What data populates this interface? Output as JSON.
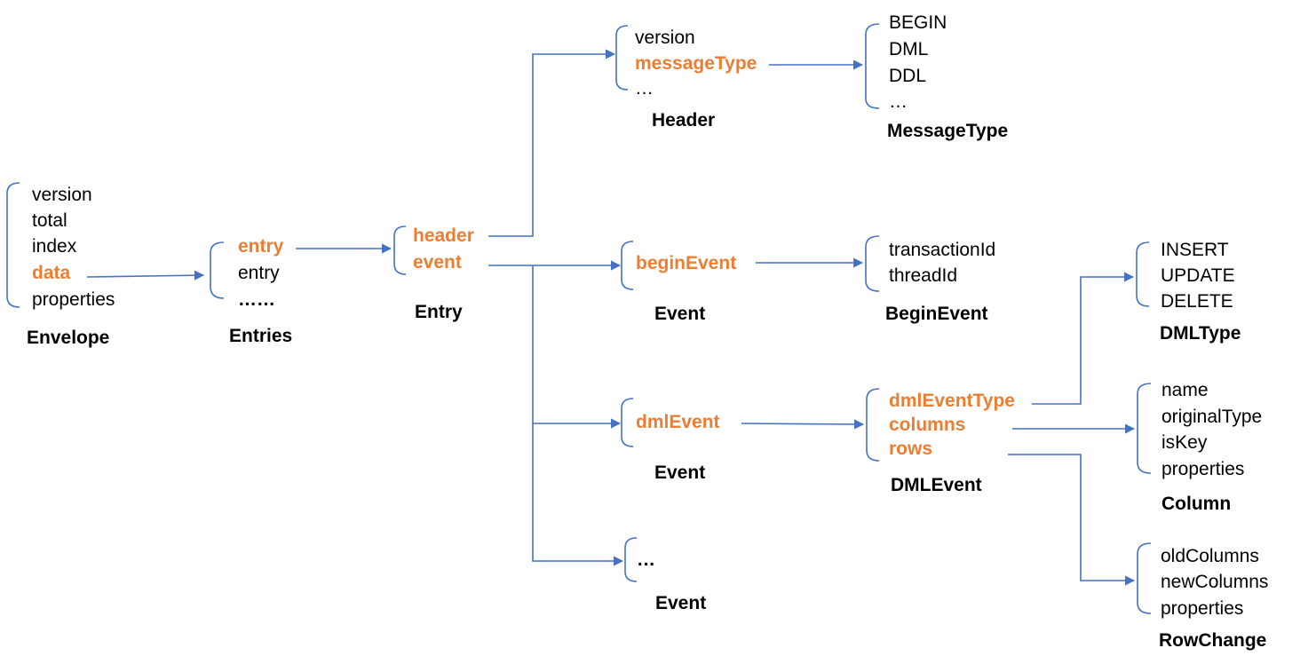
{
  "colors": {
    "line": "#4472C4",
    "highlight": "#ED7D31",
    "text": "#000000"
  },
  "envelope": {
    "title": "Envelope",
    "fields": [
      "version",
      "total",
      "index",
      "data",
      "properties"
    ]
  },
  "entries": {
    "title": "Entries",
    "fields": [
      "entry",
      "entry",
      "……"
    ]
  },
  "entry": {
    "title": "Entry",
    "fields": [
      "header",
      "event"
    ]
  },
  "header": {
    "title": "Header",
    "fields": [
      "version",
      "messageType",
      "…"
    ]
  },
  "message_type": {
    "title": "MessageType",
    "values": [
      "BEGIN",
      "DML",
      "DDL",
      "…"
    ]
  },
  "event_begin": {
    "title": "Event",
    "fields": [
      "beginEvent"
    ]
  },
  "begin_event": {
    "title": "BeginEvent",
    "fields": [
      "transactionId",
      "threadId"
    ]
  },
  "event_dml": {
    "title": "Event",
    "fields": [
      "dmlEvent"
    ]
  },
  "dml_event": {
    "title": "DMLEvent",
    "fields": [
      "dmlEventType",
      "columns",
      "rows"
    ]
  },
  "event_other": {
    "title": "Event",
    "fields": [
      "…"
    ]
  },
  "dml_type": {
    "title": "DMLType",
    "values": [
      "INSERT",
      "UPDATE",
      "DELETE"
    ]
  },
  "column": {
    "title": "Column",
    "fields": [
      "name",
      "originalType",
      "isKey",
      "properties"
    ]
  },
  "row_change": {
    "title": "RowChange",
    "fields": [
      "oldColumns",
      "newColumns",
      "properties"
    ]
  }
}
